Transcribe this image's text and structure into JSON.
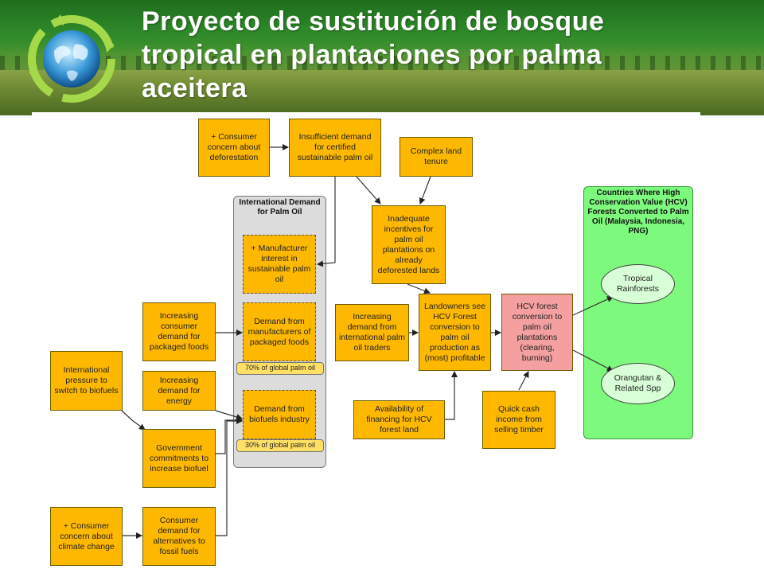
{
  "slide": {
    "title": "Proyecto de sustitución de bosque\ntropical en plantaciones por palma\naceitera"
  },
  "colors": {
    "box_fill": "#ffb800",
    "pink_box_fill": "#f4a0a0",
    "green_panel_fill": "#7dfa7d",
    "gray_panel_fill": "#dcdcdc",
    "ellipse_fill": "#d9ffd9",
    "title_text": "#ffffff"
  },
  "logo": {
    "icon": "globe-recycle-arrows-icon"
  },
  "diagram": {
    "consumer_concern_deforestation": "+ Consumer concern about deforestation",
    "insufficient_demand": "Insufficient demand for certified sustainabile palm oil",
    "complex_land_tenure": "Complex land tenure",
    "inadequate_incentives": "Inadequate incentives for palm oil plantations on already deforested lands",
    "international_demand_title": "International Demand for Palm Oil",
    "manufacturer_interest": "+ Manufacturer interest in sustainable palm oil",
    "demand_manufacturers": "Demand from manufacturers of packaged foods",
    "pct_70": "70% of global palm oil",
    "demand_biofuels": "Demand from biofuels industry",
    "pct_30": "30% of global palm oil",
    "increasing_consumer_demand": "Increasing consumer demand for packaged foods",
    "international_pressure": "International pressure to switch to biofuels",
    "increasing_energy": "Increasing demand for energy",
    "government_commitments": "Government commitments to increase biofuel",
    "consumer_concern_climate": "+ Consumer concern about climate change",
    "consumer_demand_alternatives": "Consumer demand for alternatives to fossil fuels",
    "increasing_demand_traders": "Increasing demand from international palm oil traders",
    "landowners_see": "Landowners see HCV Forest conversion to palm oil production as (most) profitable",
    "availability_financing": "Availability of financing for HCV forest land",
    "hcv_conversion": "HCV forest conversion to palm oil plantations (clearing, burning)",
    "quick_cash": "Quick cash income from selling timber",
    "countries_title": "Countries Where High Conservation Value (HCV) Forests Converted to Palm Oil (Malaysia, Indonesia, PNG)",
    "tropical_rainforests": "Tropical Rainforests",
    "orangutan": "Orangutan & Related Spp"
  }
}
